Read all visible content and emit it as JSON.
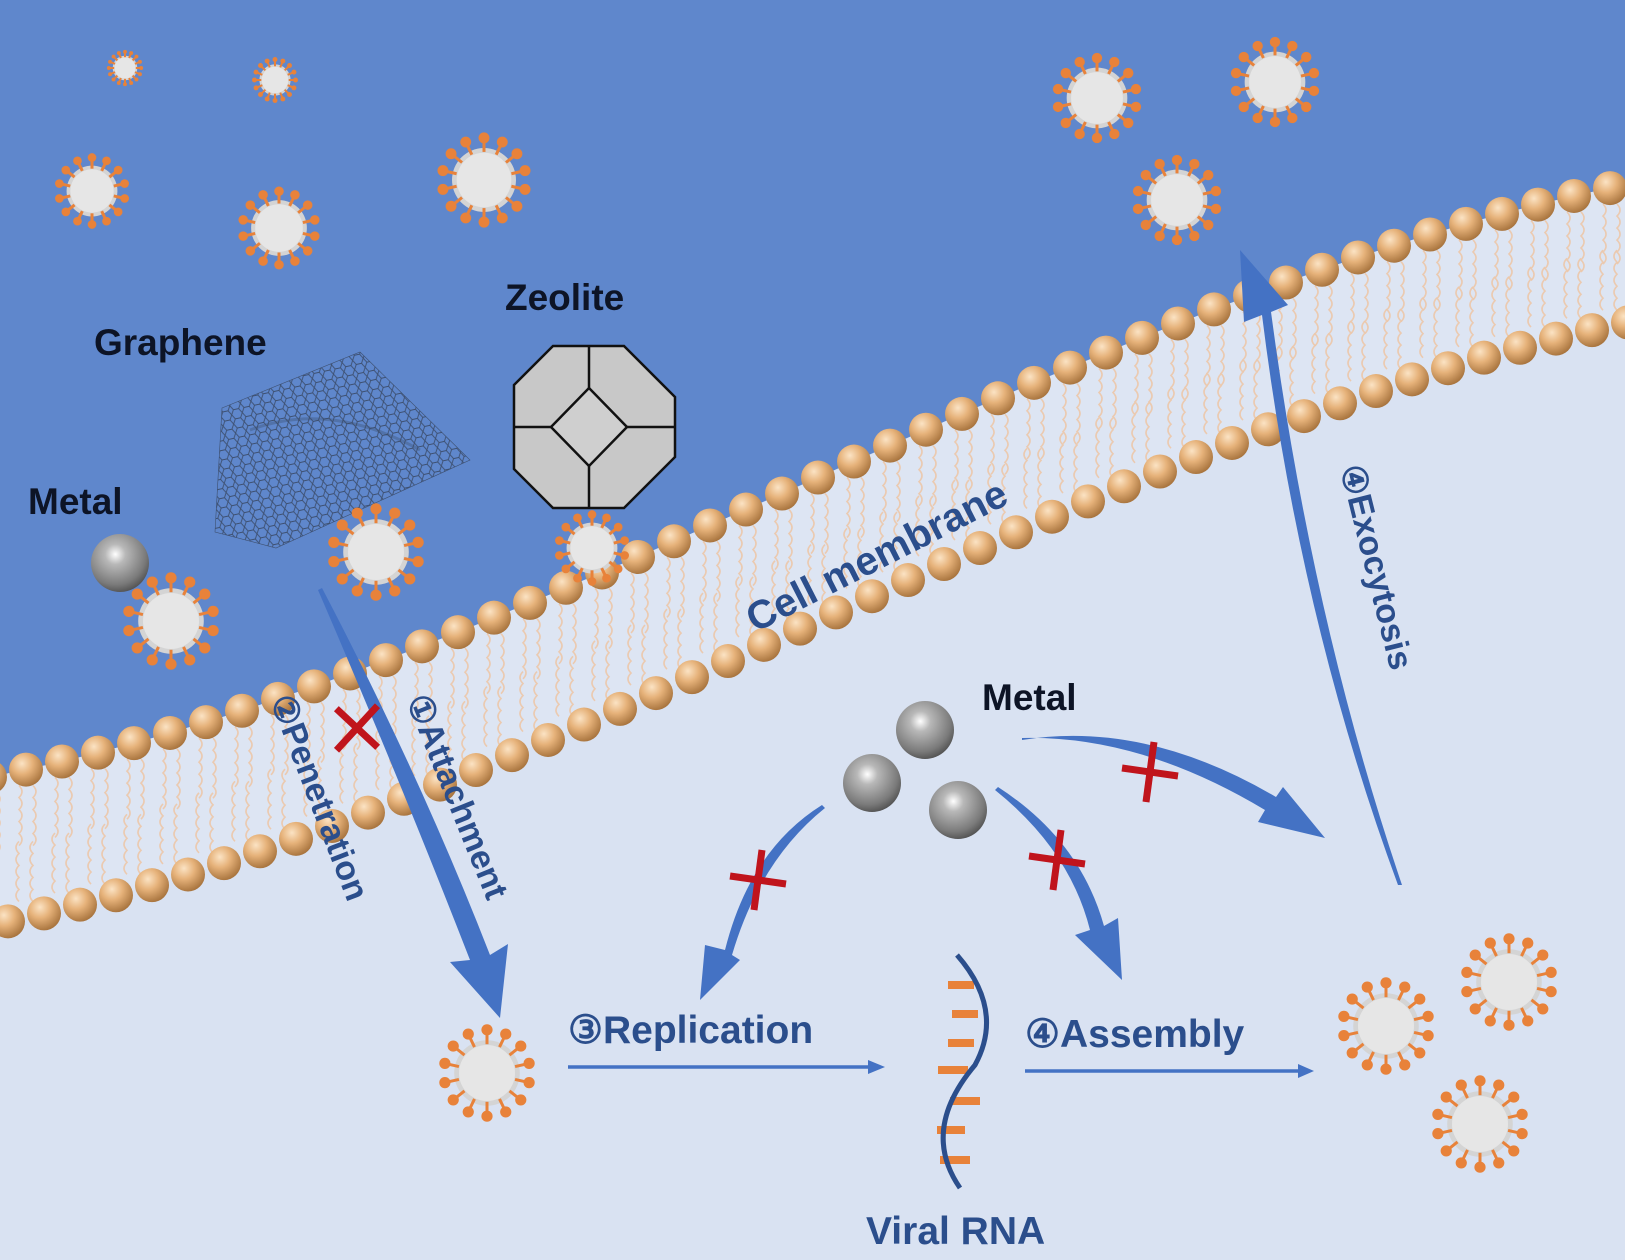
{
  "colors": {
    "extracellular": "#5f87cc",
    "intracellular": "#d9e2f2",
    "arrow": "#4472c4",
    "label_blue": "#2b4e8c",
    "label_black": "#0d1426",
    "block_x": "#c0141c",
    "virus_spike": "#e8823a",
    "virus_core": "#e4e4e4",
    "lipid_head": "#e2ab74",
    "lipid_tail": "#e9c5a8",
    "rna_backbone": "#2b4e8c",
    "rna_base": "#e8823a",
    "metal": "#9a9a9a",
    "zeolite_fill": "#c8c8c8"
  },
  "labels": {
    "graphene": "Graphene",
    "zeolite": "Zeolite",
    "metal_outside": "Metal",
    "metal_inside": "Metal",
    "cell_membrane": "Cell membrane",
    "attachment": "①Attachment",
    "penetration": "②Penetration",
    "replication": "③Replication",
    "assembly": "④Assembly",
    "exocytosis": "④Exocytosis",
    "viral_rna": "Viral RNA"
  },
  "steps": [
    {
      "number": 1,
      "name": "Attachment",
      "blocked": true,
      "blocked_by": [
        "Metal",
        "Graphene",
        "Zeolite"
      ]
    },
    {
      "number": 2,
      "name": "Penetration",
      "blocked": true
    },
    {
      "number": 3,
      "name": "Replication",
      "blocked": true,
      "blocked_by": [
        "Metal"
      ]
    },
    {
      "number": 4,
      "name": "Assembly",
      "blocked": true,
      "blocked_by": [
        "Metal"
      ]
    },
    {
      "number": 4,
      "name": "Exocytosis",
      "blocked": true,
      "blocked_by": [
        "Metal"
      ]
    }
  ],
  "materials": [
    "Metal",
    "Graphene",
    "Zeolite"
  ]
}
